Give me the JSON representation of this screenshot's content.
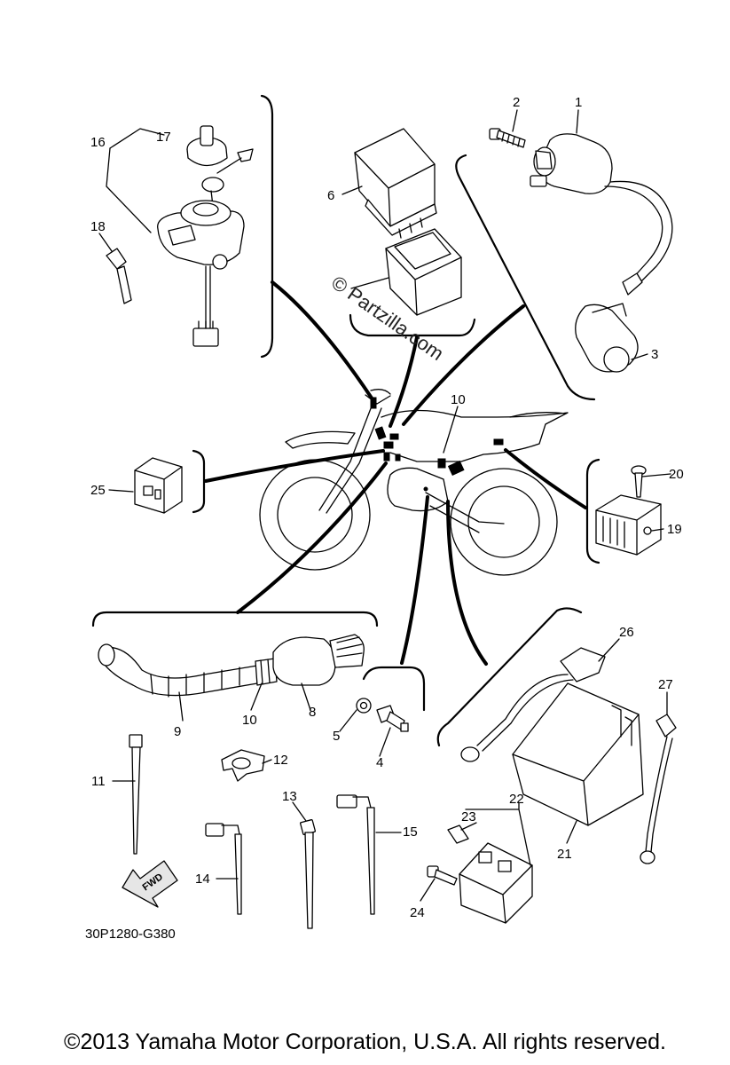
{
  "diagram": {
    "code": "30P1280-G380",
    "watermark": "© Partzilla.com",
    "fwd_label": "FWD",
    "copyright": "©2013 Yamaha Motor Corporation, U.S.A. All rights reserved."
  },
  "callouts": {
    "c1": "1",
    "c2": "2",
    "c3": "3",
    "c4": "4",
    "c5": "5",
    "c6": "6",
    "c8": "8",
    "c9": "9",
    "c10a": "10",
    "c10b": "10",
    "c11": "11",
    "c12": "12",
    "c13": "13",
    "c14": "14",
    "c15": "15",
    "c16": "16",
    "c17": "17",
    "c18": "18",
    "c19": "19",
    "c20": "20",
    "c21": "21",
    "c22": "22",
    "c23": "23",
    "c24": "24",
    "c25": "25",
    "c26": "26",
    "c27": "27"
  }
}
